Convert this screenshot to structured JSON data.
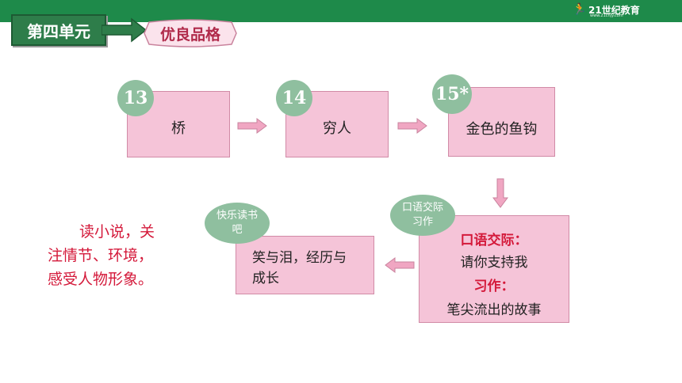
{
  "header": {
    "unit_title": "第四单元",
    "theme_title": "优良品格",
    "logo_mark": "🏃",
    "logo_brand": "21世纪教育",
    "logo_url": "www.21cnjy.com"
  },
  "lessons": [
    {
      "number": "13",
      "title": "桥"
    },
    {
      "number": "14",
      "title": "穷人"
    },
    {
      "number": "15*",
      "title": "金色的鱼钩"
    }
  ],
  "reading": {
    "label_line1": "快乐读书",
    "label_line2": "吧",
    "line1": "笑与泪，经历与",
    "line2": "成长"
  },
  "oral": {
    "label_line1": "口语交际",
    "label_line2": "习作",
    "heading1": "口语交际：",
    "topic1": "请你支持我",
    "heading2": "习作：",
    "topic2": "笔尖流出的故事"
  },
  "tip": {
    "line1": "读小说，关",
    "line2": "注情节、环境，",
    "line3": "感受人物形象。"
  },
  "colors": {
    "header_green": "#1e8a4a",
    "box_pink": "#f5c4d8",
    "badge_green": "#8fbf9f",
    "accent_red": "#d4193a"
  }
}
